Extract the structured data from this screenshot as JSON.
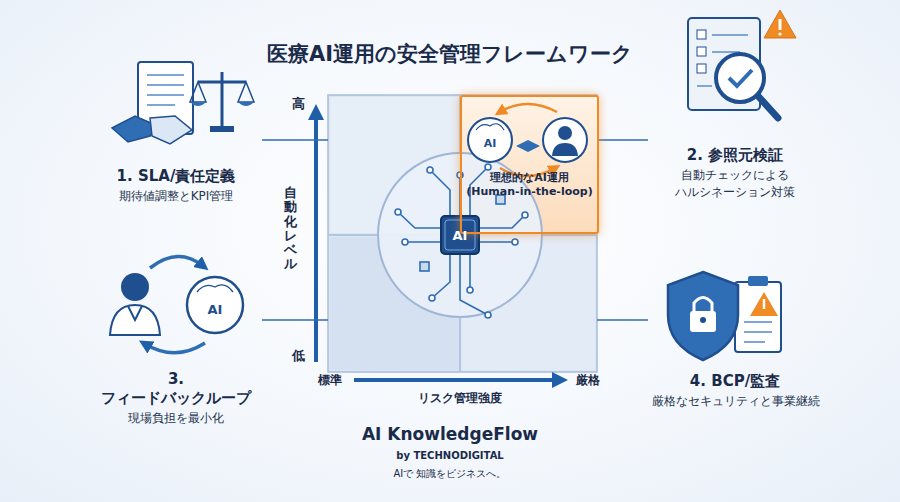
{
  "diagram": {
    "title": "医療AI運用の安全管理フレームワーク",
    "nodes": [
      {
        "text": [
          "1. SLA/責任定義",
          "期待値調整とKPI管理"
        ]
      },
      {
        "text": [
          "理想的なAI運用 (Human-in-the-loop)"
        ]
      },
      {
        "text": [
          "2. 参照元検証",
          "自動チェックによる ハルシネーション対策"
        ]
      },
      {
        "text": [
          "3. フィードバックループ",
          "現場負担を最小化"
        ]
      },
      {
        "text": [
          "4. BCP/監査",
          "厳格なセキュリティと事業継続"
        ]
      }
    ],
    "edges": [
      {
        "from": 2,
        "to": 1,
        "arrow": "none"
      }
    ],
    "labels": [
      "高",
      "低",
      "自動化レベル",
      "標準",
      "厳格",
      "リスク管理強度",
      "AI",
      "AI",
      "AI",
      "AI KnowledgeFlow",
      "by TECHNODIGITAL",
      "AIで 知識をビジネスへ。"
    ]
  }
}
